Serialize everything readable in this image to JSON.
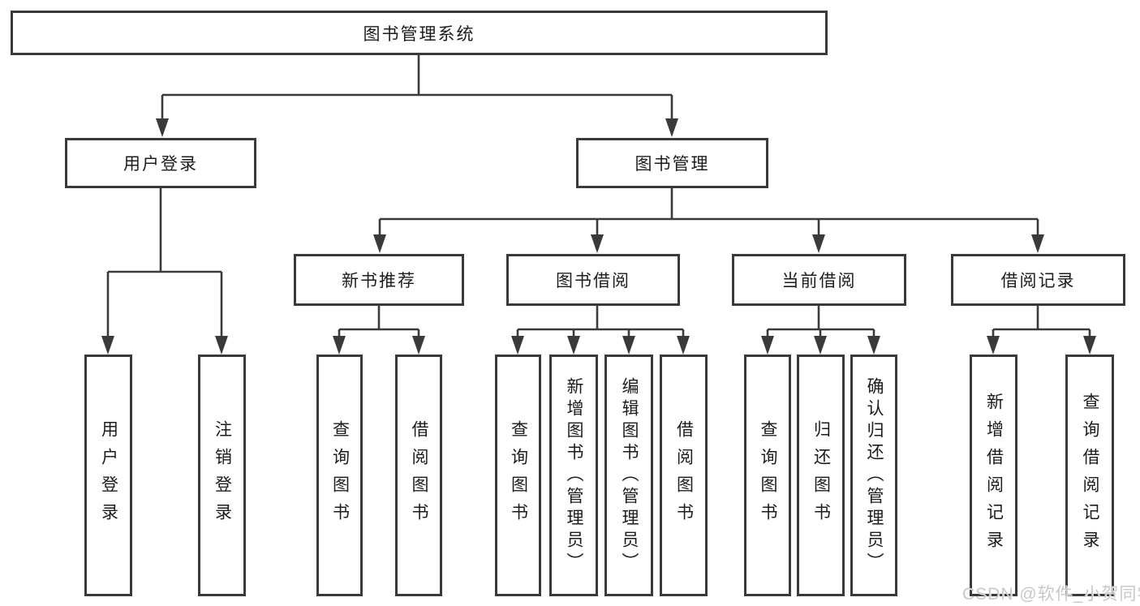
{
  "diagram": {
    "root": "图书管理系统",
    "branches": [
      {
        "label": "用户登录",
        "leaves": [
          "用户登录",
          "注销登录"
        ]
      },
      {
        "label": "图书管理",
        "children": [
          {
            "label": "新书推荐",
            "leaves": [
              "查询图书",
              "借阅图书"
            ]
          },
          {
            "label": "图书借阅",
            "leaves": [
              "查询图书",
              "新增图书（管理员）",
              "编辑图书（管理员）",
              "借阅图书"
            ]
          },
          {
            "label": "当前借阅",
            "leaves": [
              "查询图书",
              "归还图书",
              "确认归还（管理员）"
            ]
          },
          {
            "label": "借阅记录",
            "leaves": [
              "新增借阅记录",
              "查询借阅记录"
            ]
          }
        ]
      }
    ]
  },
  "colors": {
    "line": "#3a3a3a",
    "box_border": "#3a3a3a",
    "text": "#1c1c1c",
    "watermark": "#c8c8c8",
    "background": "#ffffff"
  },
  "watermark": "CSDN @软件_小贺同学"
}
